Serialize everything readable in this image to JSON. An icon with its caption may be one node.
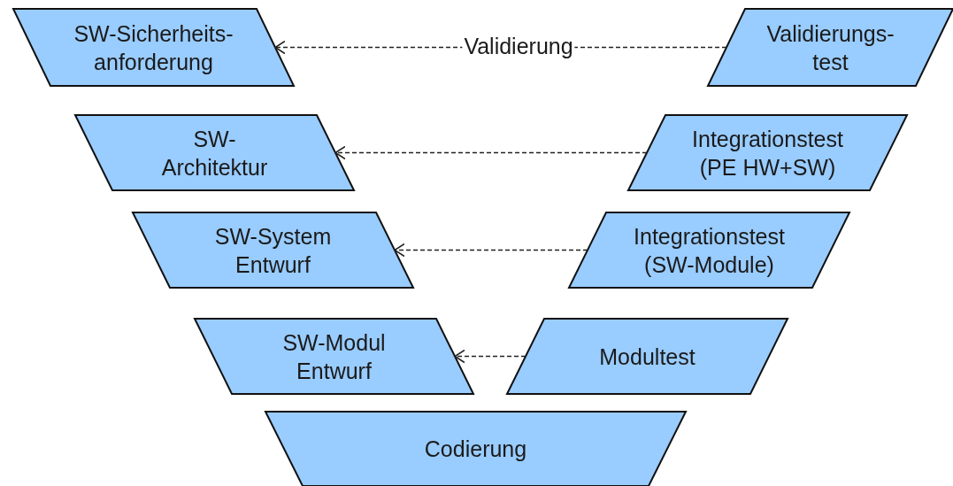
{
  "diagram": {
    "nodes": [
      {
        "text": [
          "SW-Sicherheits-anforderung"
        ]
      },
      {
        "text": [
          "Validierungs-test"
        ]
      },
      {
        "text": [
          "SW-Architektur"
        ]
      },
      {
        "text": [
          "Integrationstest (PE HW+SW)"
        ]
      },
      {
        "text": [
          "SW-System Entwurf"
        ]
      },
      {
        "text": [
          "Integrationstest (SW-Module)"
        ]
      },
      {
        "text": [
          "SW-Modul Entwurf"
        ]
      },
      {
        "text": [
          "Modultest"
        ]
      },
      {
        "text": [
          "Codierung"
        ]
      }
    ],
    "edges": [
      {
        "from": 1,
        "to": 0,
        "arrow": "to",
        "label": "Validierung",
        "style": "dashed"
      },
      {
        "from": 3,
        "to": 2,
        "arrow": "to",
        "style": "dashed"
      },
      {
        "from": 5,
        "to": 4,
        "arrow": "to",
        "style": "dashed"
      },
      {
        "from": 7,
        "to": 6,
        "arrow": "to",
        "style": "dashed"
      }
    ]
  }
}
